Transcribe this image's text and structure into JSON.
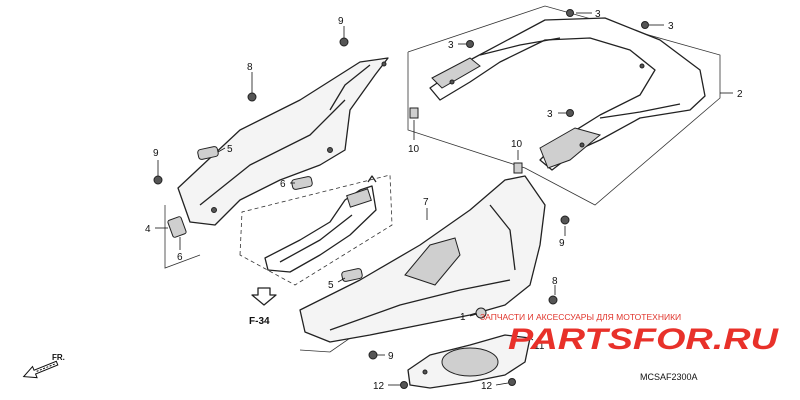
{
  "callouts": {
    "c1": "1",
    "c2": "2",
    "c3a": "3",
    "c3b": "3",
    "c3c": "3",
    "c3d": "3",
    "c4": "4",
    "c5a": "5",
    "c5b": "5",
    "c6a": "6",
    "c6b": "6",
    "c7": "7",
    "c8a": "8",
    "c8b": "8",
    "c9a": "9",
    "c9b": "9",
    "c9c": "9",
    "c9d": "9",
    "c10a": "10",
    "c10b": "10",
    "c11": "11",
    "c12a": "12",
    "c12b": "12"
  },
  "reference": "F-34",
  "direction_label": "FR.",
  "diagram_code": "MCSAF2300A",
  "watermark": {
    "caption": "ЗАПЧАСТИ И АКСЕССУАРЫ ДЛЯ МОТОТЕХНИКИ",
    "logo": "PARTSFOR.RU"
  },
  "colors": {
    "line": "#222222",
    "watermark": "#e8312a",
    "background": "#ffffff"
  }
}
